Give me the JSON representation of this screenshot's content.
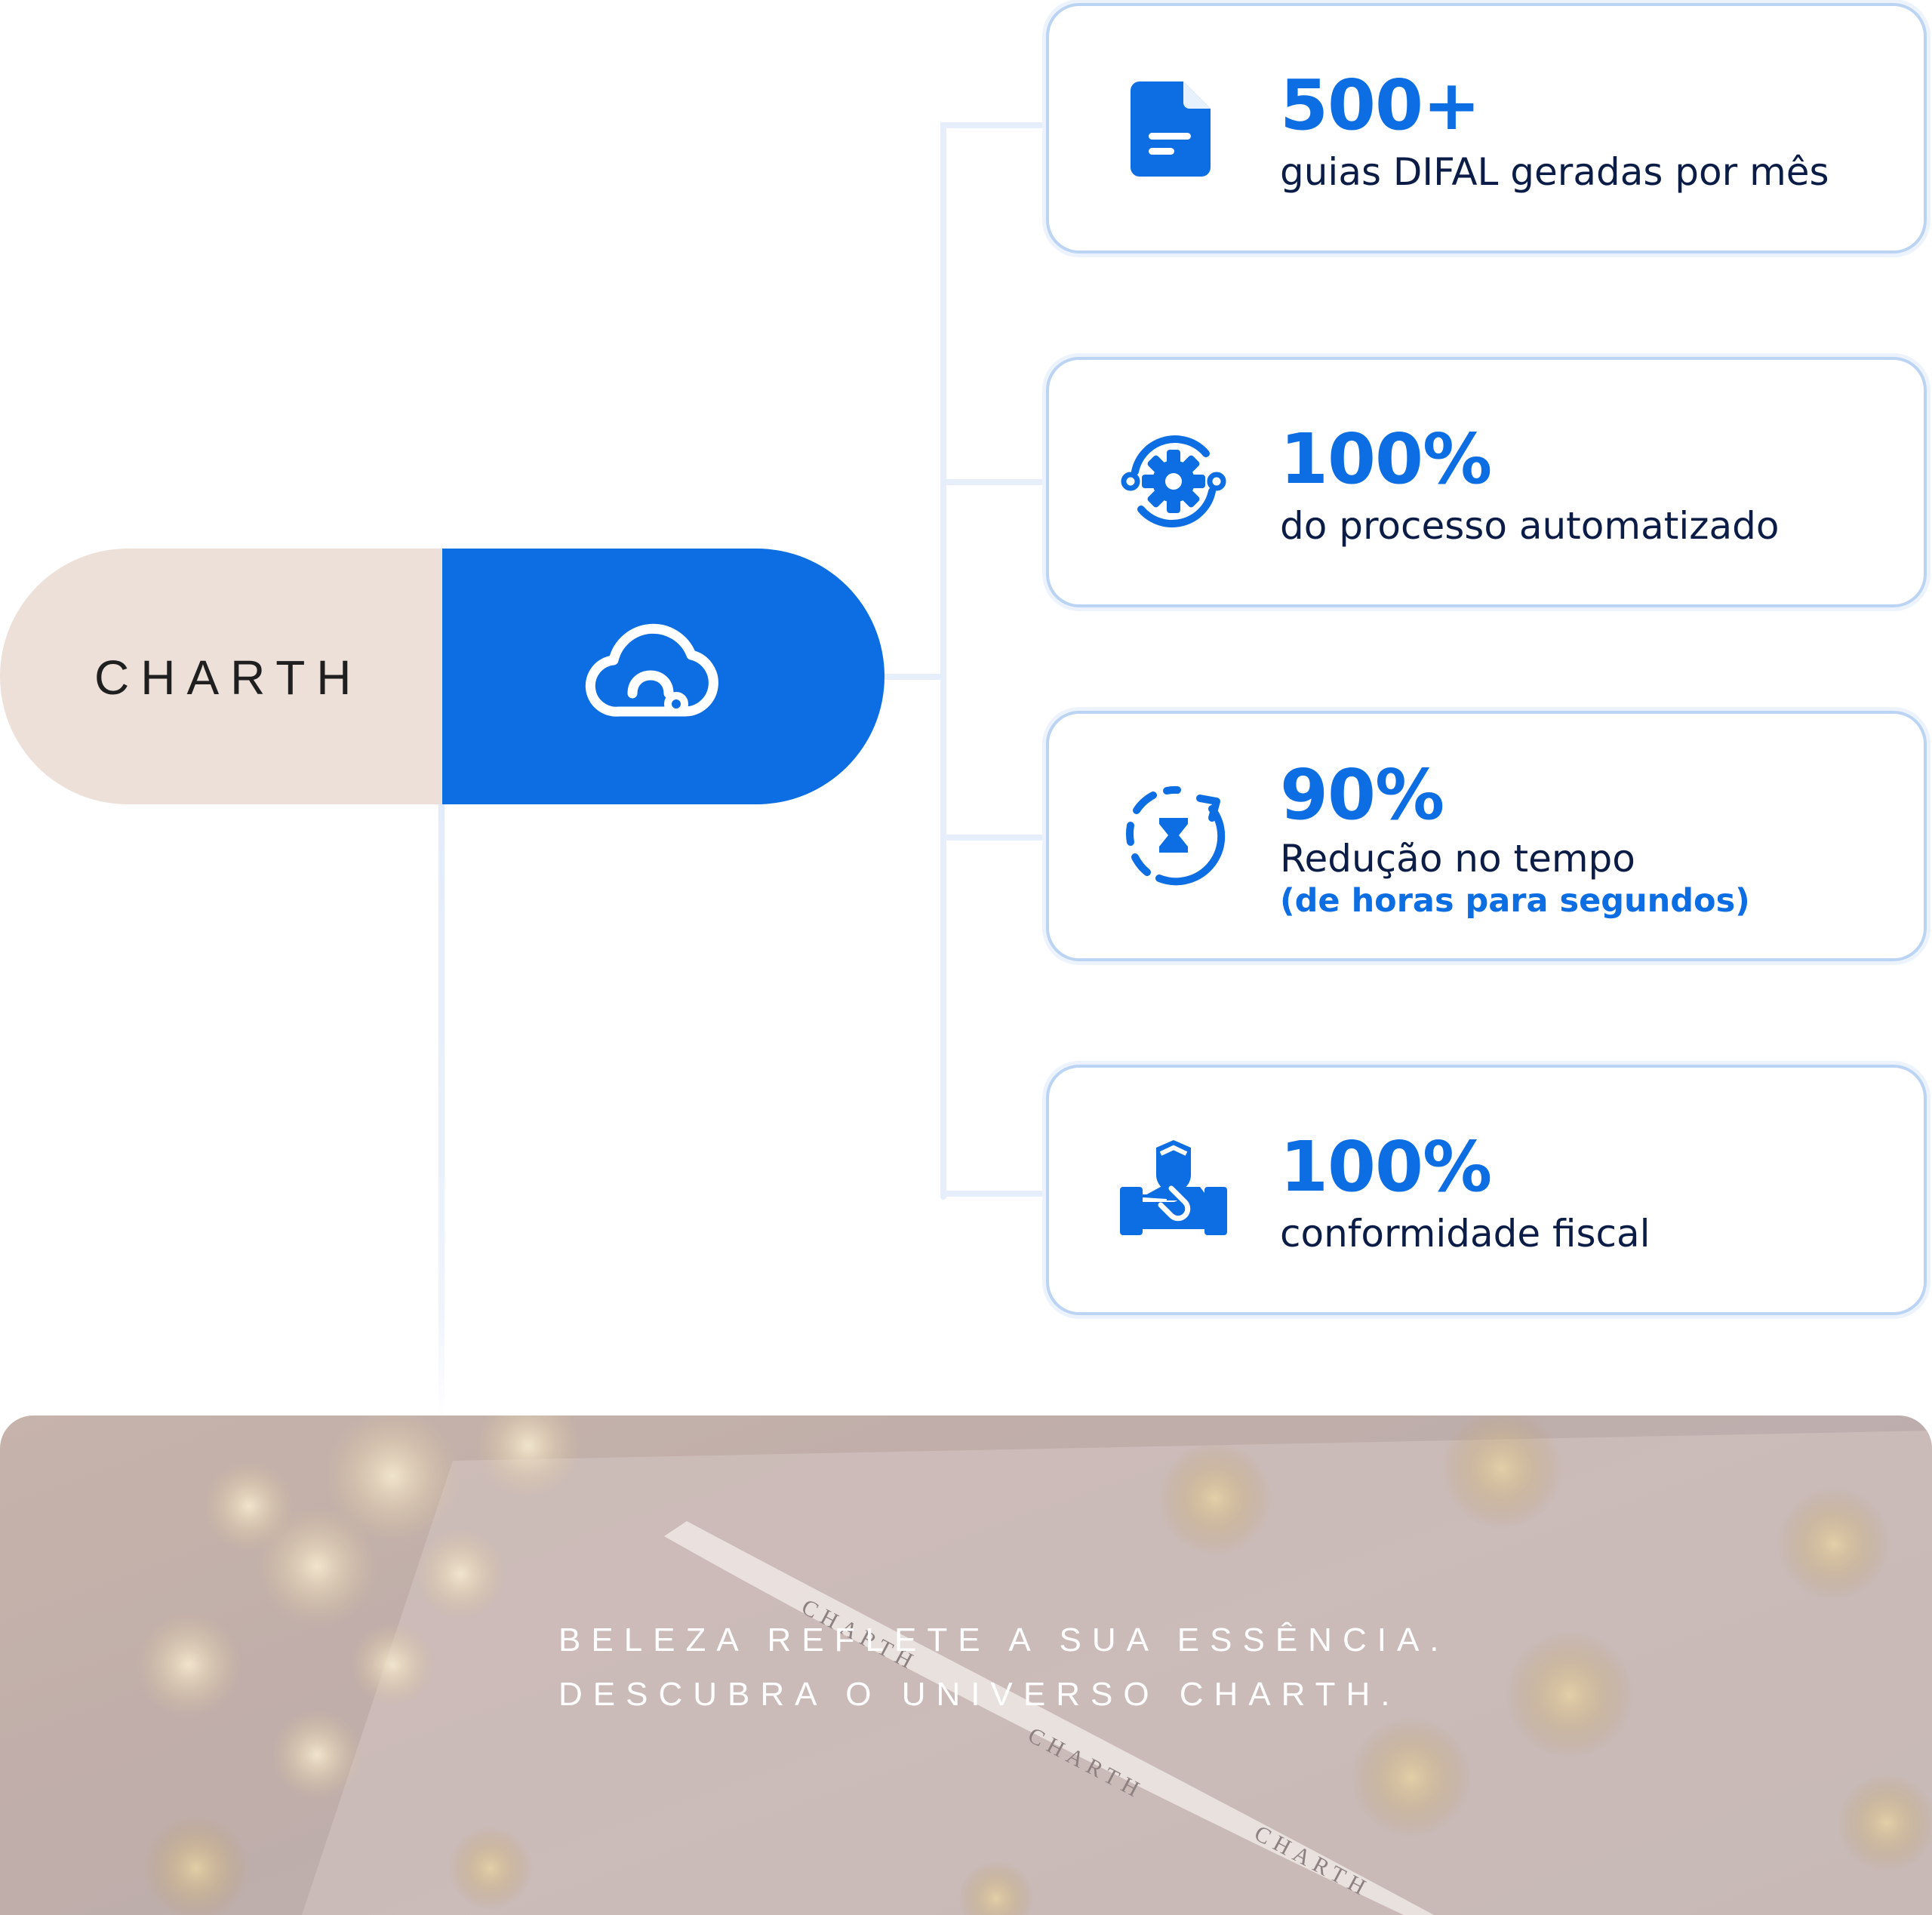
{
  "brand": {
    "name": "CHARTH"
  },
  "colors": {
    "primary": "#0d6ee3",
    "brand_bg": "#ede0d8",
    "text_dark": "#0b1d46",
    "card_border": "#bcd4f4"
  },
  "stats": [
    {
      "icon": "document-icon",
      "value": "500+",
      "label": "guias DIFAL geradas por mês"
    },
    {
      "icon": "gear-sync-icon",
      "value": "100%",
      "label": "do processo automatizado"
    },
    {
      "icon": "hourglass-timer-icon",
      "value": "90%",
      "label": "Redução no tempo",
      "sublabel": "(de horas para segundos)"
    },
    {
      "icon": "handshake-user-icon",
      "value": "100%",
      "label": "conformidade fiscal"
    }
  ],
  "banner": {
    "line1": "BELEZA REFLETE A SUA ESSÊNCIA.",
    "line2": "DESCUBRA O UNIVERSO CHARTH.",
    "ribbon_text": "CHARTH"
  }
}
